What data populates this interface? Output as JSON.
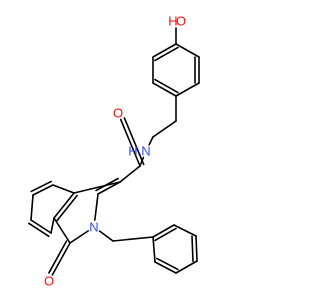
{
  "colors": {
    "background": "#ffffff",
    "carbon_bond": "#000000",
    "oxygen": "#ff0d0d",
    "nitrogen": "#3050f8"
  },
  "atoms": {
    "hydroxyl_oxygen": {
      "label": "O",
      "element": "oxygen"
    },
    "hydroxyl_hydrogen": {
      "label": "H",
      "element": "oxygen"
    },
    "amide_nitrogen": {
      "label": "N",
      "element": "nitrogen"
    },
    "amide_hydrogen": {
      "label": "H",
      "element": "nitrogen"
    },
    "amide_oxygen": {
      "label": "O",
      "element": "oxygen"
    },
    "ring_nitrogen": {
      "label": "N",
      "element": "nitrogen"
    },
    "carbonyl_oxygen": {
      "label": "O",
      "element": "oxygen"
    }
  }
}
